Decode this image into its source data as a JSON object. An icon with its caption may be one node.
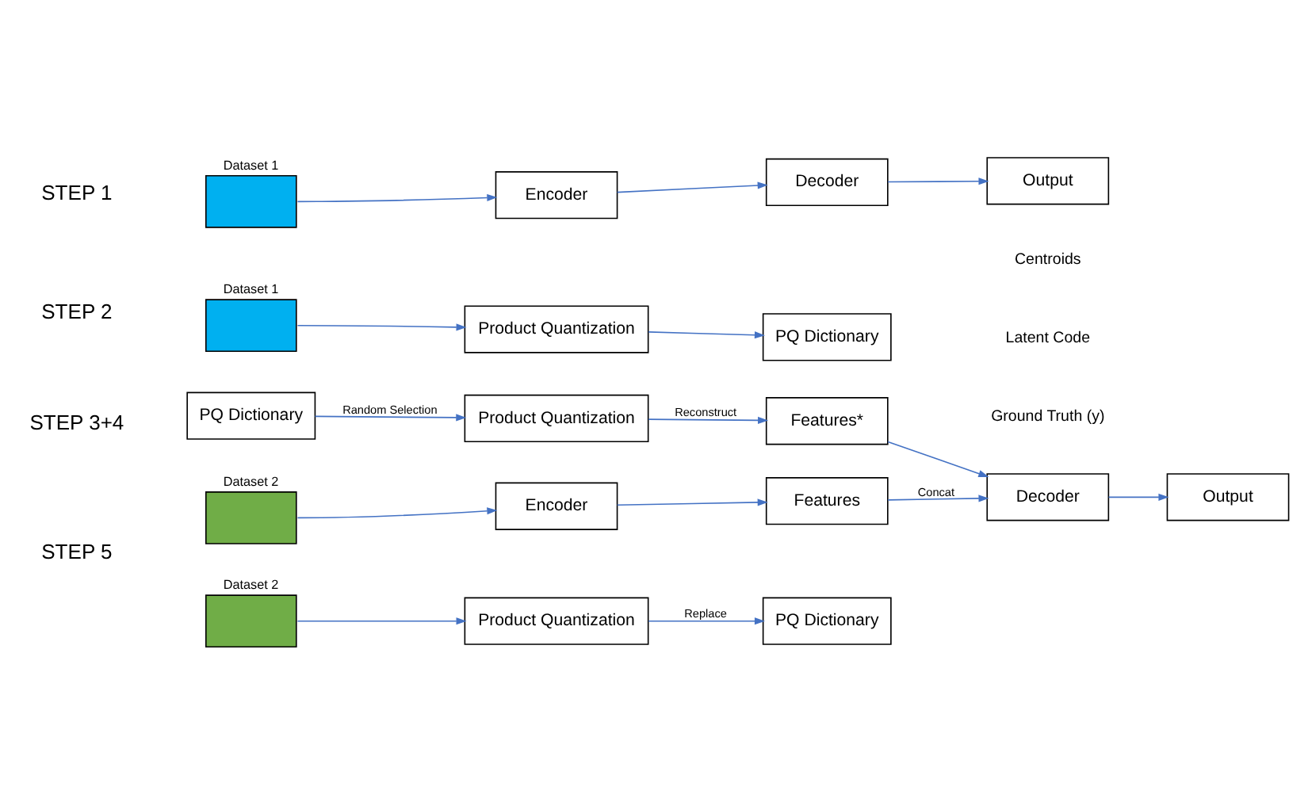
{
  "diagram": {
    "nodes": [
      {
        "text": [
          "Dataset 1"
        ]
      },
      {
        "text": [
          "Encoder"
        ]
      },
      {
        "text": [
          "Decoder"
        ]
      },
      {
        "text": [
          "Output"
        ]
      },
      {
        "text": [
          "Dataset 1"
        ]
      },
      {
        "text": [
          "Product Quantization"
        ]
      },
      {
        "text": [
          "PQ Dictionary"
        ]
      },
      {
        "text": [
          "Dataset 2"
        ]
      },
      {
        "text": [
          "Encoder"
        ]
      },
      {
        "text": [
          "Features"
        ]
      },
      {
        "text": [
          "PQ Dictionary"
        ]
      },
      {
        "text": [
          "Product Quantization"
        ]
      },
      {
        "text": [
          "Features*"
        ]
      },
      {
        "text": [
          "Decoder"
        ]
      },
      {
        "text": [
          "Output"
        ]
      },
      {
        "text": [
          "Dataset 2"
        ]
      },
      {
        "text": [
          "Product Quantization"
        ]
      },
      {
        "text": [
          "PQ Dictionary"
        ]
      }
    ],
    "edges": [
      {
        "from": 0,
        "to": 1,
        "arrow": "to"
      },
      {
        "from": 1,
        "to": 2,
        "arrow": "to"
      },
      {
        "from": 2,
        "to": 3,
        "arrow": "to"
      },
      {
        "from": 4,
        "to": 5,
        "arrow": "to"
      },
      {
        "from": 5,
        "to": 6,
        "arrow": "to"
      },
      {
        "from": 7,
        "to": 8,
        "arrow": "to"
      },
      {
        "from": 8,
        "to": 9,
        "arrow": "to"
      },
      {
        "from": 10,
        "to": 11,
        "label": "Random Selection",
        "arrow": "to"
      },
      {
        "from": 11,
        "to": 12,
        "label": "Reconstruct",
        "arrow": "to"
      },
      {
        "from": 9,
        "to": 13,
        "label": "Concat",
        "arrow": "to"
      },
      {
        "from": 12,
        "to": 13,
        "arrow": "to"
      },
      {
        "from": 13,
        "to": 14,
        "arrow": "to"
      },
      {
        "from": 15,
        "to": 16,
        "arrow": "to"
      },
      {
        "from": 16,
        "to": 17,
        "label": "Replace",
        "arrow": "to"
      }
    ],
    "labels": [
      "STEP 1",
      "STEP 2",
      "STEP 3+4",
      "STEP 5",
      "Centroids",
      "Latent Code",
      "Ground Truth (y)"
    ]
  }
}
